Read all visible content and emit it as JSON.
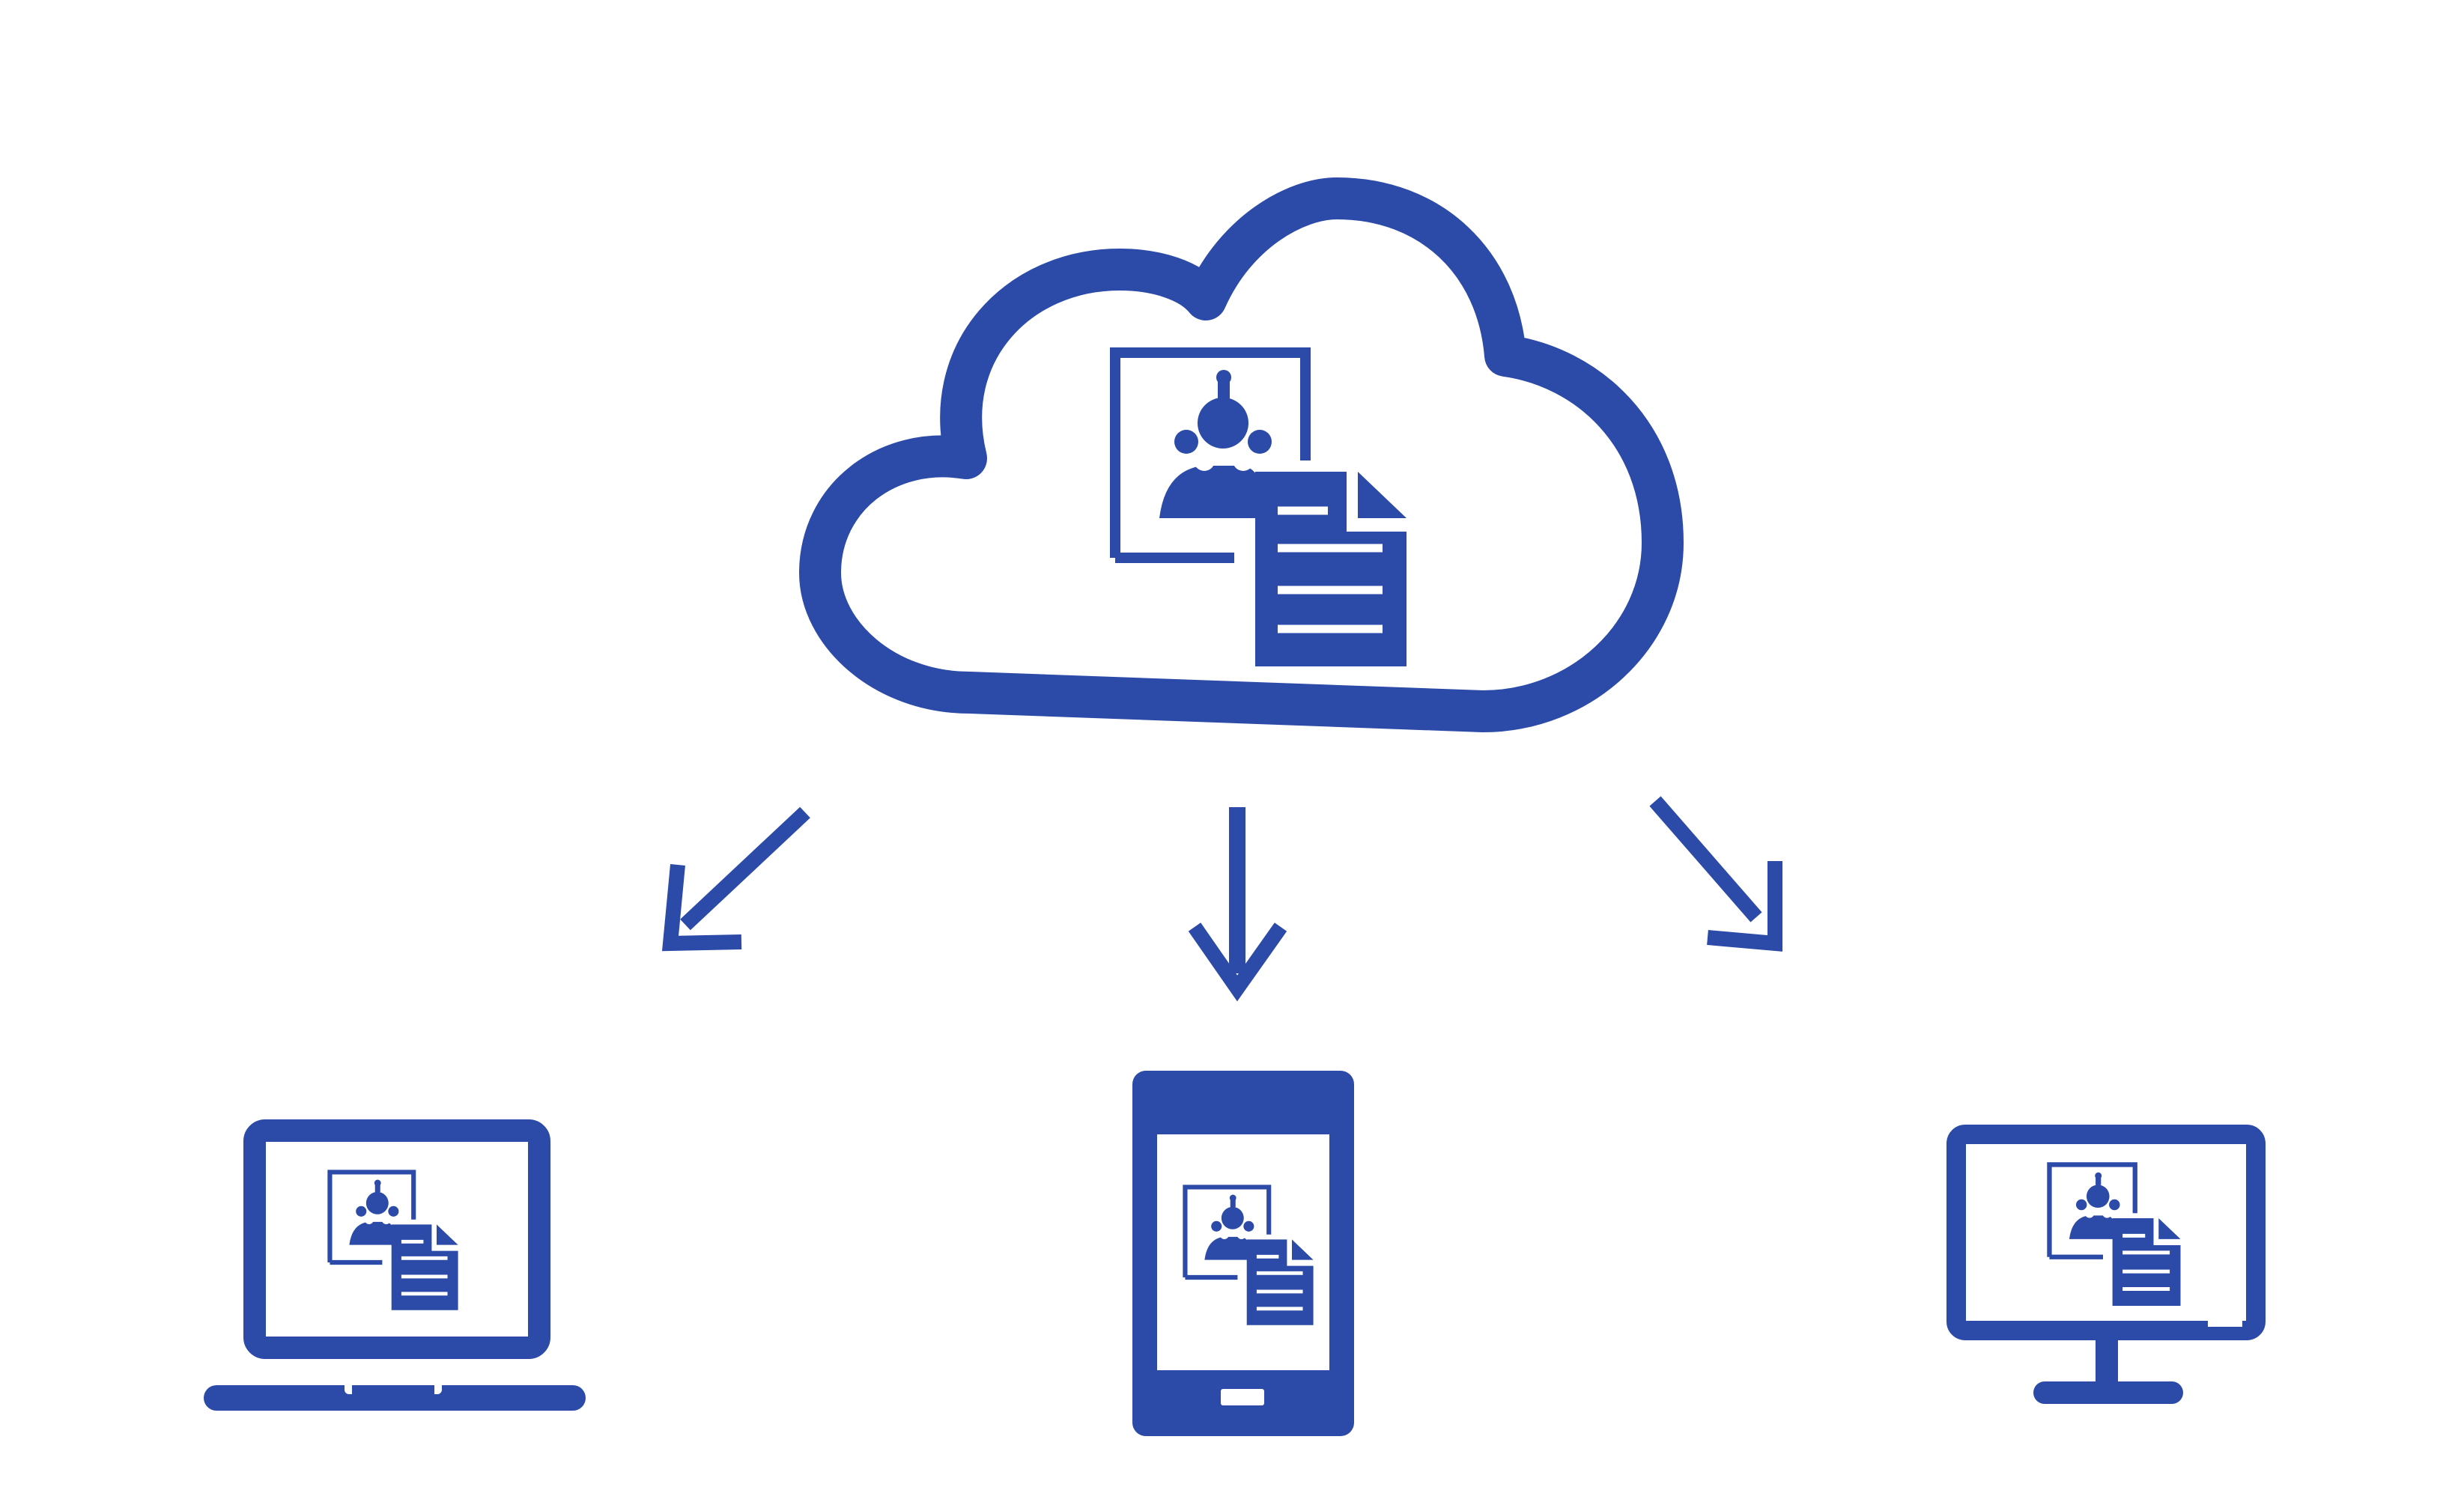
{
  "diagram": {
    "background_color": "#ffffff",
    "accent_color": "#2c4aa8",
    "source": {
      "icon": "cloud-icon",
      "content_icon": "photo-and-document-icon"
    },
    "connectors": [
      {
        "from": "cloud",
        "to": "laptop",
        "icon": "arrow-down-left-icon"
      },
      {
        "from": "cloud",
        "to": "tablet",
        "icon": "arrow-down-icon"
      },
      {
        "from": "cloud",
        "to": "monitor",
        "icon": "arrow-down-right-icon"
      }
    ],
    "devices": [
      {
        "id": "laptop",
        "icon": "laptop-icon",
        "content_icon": "photo-and-document-icon"
      },
      {
        "id": "tablet",
        "icon": "tablet-icon",
        "content_icon": "photo-and-document-icon"
      },
      {
        "id": "monitor",
        "icon": "desktop-monitor-icon",
        "content_icon": "photo-and-document-icon"
      }
    ]
  }
}
